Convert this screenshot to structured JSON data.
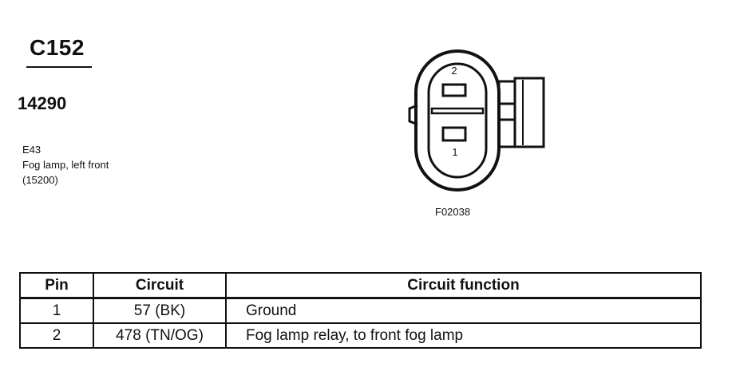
{
  "header": {
    "connector_id": "C152",
    "part_number": "14290"
  },
  "description": {
    "code": "E43",
    "name": "Fog lamp, left front",
    "ref": "(15200)"
  },
  "diagram": {
    "pin_top_label": "2",
    "pin_bottom_label": "1",
    "figure_id": "F02038"
  },
  "table": {
    "headers": [
      "Pin",
      "Circuit",
      "Circuit function"
    ],
    "rows": [
      [
        "1",
        "57 (BK)",
        "Ground"
      ],
      [
        "2",
        "478 (TN/OG)",
        "Fog lamp relay, to front fog lamp"
      ]
    ]
  }
}
